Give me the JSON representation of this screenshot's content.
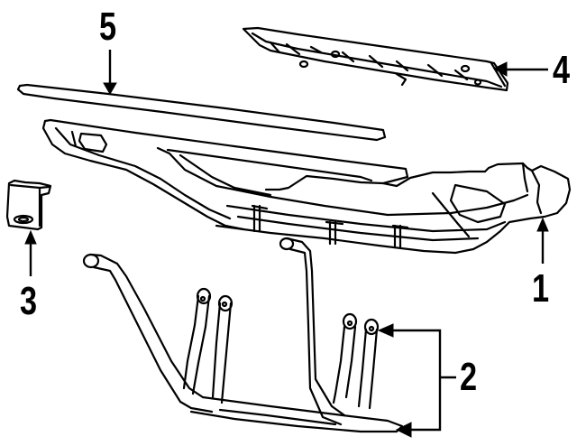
{
  "diagram": {
    "type": "exploded parts diagram",
    "background": "#ffffff",
    "ink": "#000000",
    "callouts": [
      {
        "id": "1",
        "label": "1",
        "part": "bumper-step"
      },
      {
        "id": "2",
        "label": "2",
        "part": "step-bracket"
      },
      {
        "id": "3",
        "label": "3",
        "part": "bracket-clip"
      },
      {
        "id": "4",
        "label": "4",
        "part": "step-pad"
      },
      {
        "id": "5",
        "label": "5",
        "part": "trim-molding"
      }
    ]
  }
}
